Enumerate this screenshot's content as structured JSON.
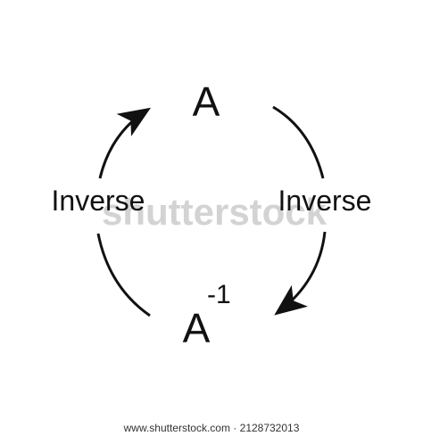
{
  "diagram": {
    "top_node": "A",
    "bottom_node": "A",
    "bottom_superscript": "-1",
    "left_label": "Inverse",
    "right_label": "Inverse",
    "colors": {
      "foreground": "#111111",
      "background": "#ffffff",
      "watermark": "#cfcfcf"
    }
  },
  "watermark": {
    "text": "shutterstock"
  },
  "footer": {
    "text": "www.shutterstock.com · 2128732013"
  }
}
